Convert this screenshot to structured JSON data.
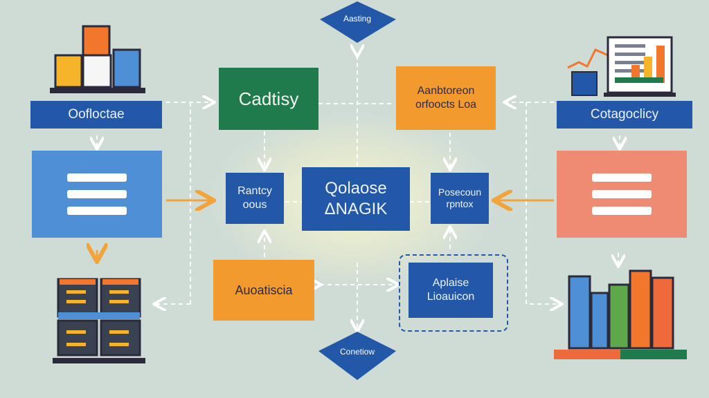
{
  "diagram": {
    "top_diamond": "Aasting",
    "bottom_diamond": "Conetiow",
    "left_header": "Oofloctae",
    "right_header": "Cotagoclicy",
    "green_box": "Cadtisy",
    "orange_top_box": [
      "Aanbtoreon",
      "orfoocts Loa"
    ],
    "left_middle_box": [
      "Rantcy",
      "oous"
    ],
    "center_box": [
      "Qolaose",
      "ΔNAGIK"
    ],
    "right_middle_box": [
      "Posecoun",
      "rpntox"
    ],
    "orange_bottom_box": "Auoatiscia",
    "blue_bottom_box": [
      "Aplaise",
      "Lioauicon"
    ]
  },
  "colors": {
    "background": "#cfdcd6",
    "blue": "#2358a8",
    "green": "#1f7a4c",
    "orange": "#f29a2e",
    "light_blue": "#4f8fd6",
    "salmon": "#ef8b72"
  }
}
